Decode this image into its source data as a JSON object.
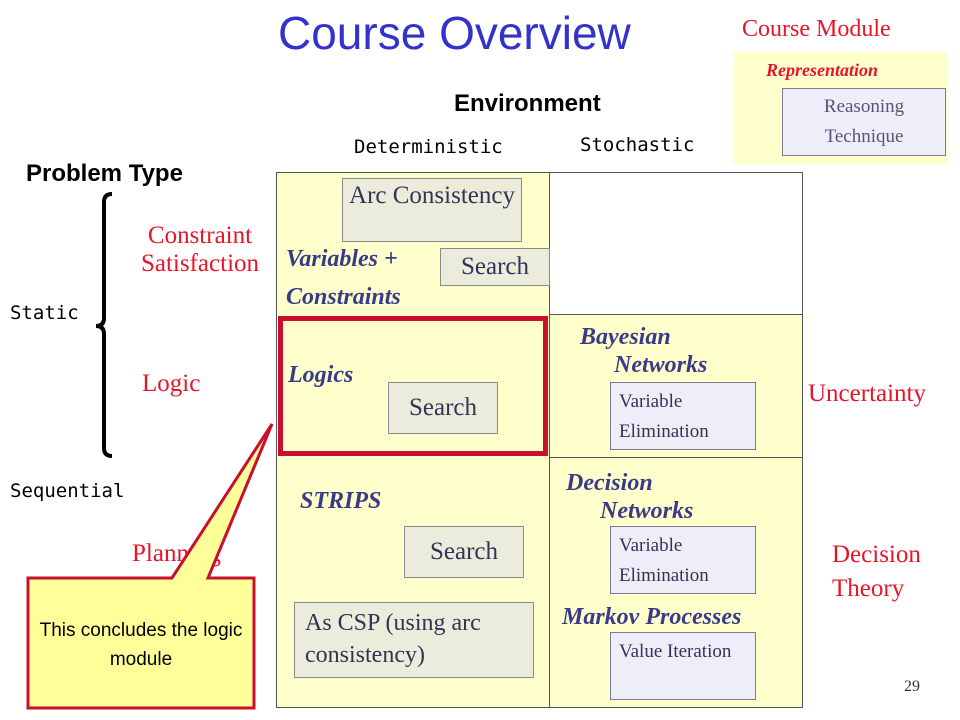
{
  "title": "Course Overview",
  "legend": {
    "heading": "Course Module",
    "representation": "Representation",
    "reasoning": "Reasoning Technique"
  },
  "environment": {
    "label": "Environment",
    "deterministic": "Deterministic",
    "stochastic": "Stochastic"
  },
  "problem_type": {
    "label": "Problem Type",
    "static": "Static",
    "sequential": "Sequential"
  },
  "rows": {
    "constraint": "Constraint Satisfaction",
    "logic": "Logic",
    "planning": "Planning",
    "uncertainty": "Uncertainty",
    "decision_theory": "Decision Theory"
  },
  "cells": {
    "arc_consistency": "Arc Consistency",
    "variables_constraints_1": "Variables +",
    "variables_constraints_2": "Constraints",
    "search_1": "Search",
    "logics": "Logics",
    "search_2": "Search",
    "strips": "STRIPS",
    "search_3": "Search",
    "as_csp": "As CSP (using arc consistency)",
    "bayesian_1": "Bayesian",
    "bayesian_2": "Networks",
    "var_elim_1": "Variable Elimination",
    "decision_1": "Decision",
    "decision_2": "Networks",
    "var_elim_2": "Variable Elimination",
    "markov": "Markov Processes",
    "value_iteration": "Value Iteration"
  },
  "callout": "This concludes the logic module",
  "slide_number": "29",
  "colors": {
    "title": "#3333cc",
    "accent": "#e8142a",
    "highlight": "#c8102e",
    "cell_bg": "#ffffcc",
    "callout_bg": "#ffff99"
  }
}
